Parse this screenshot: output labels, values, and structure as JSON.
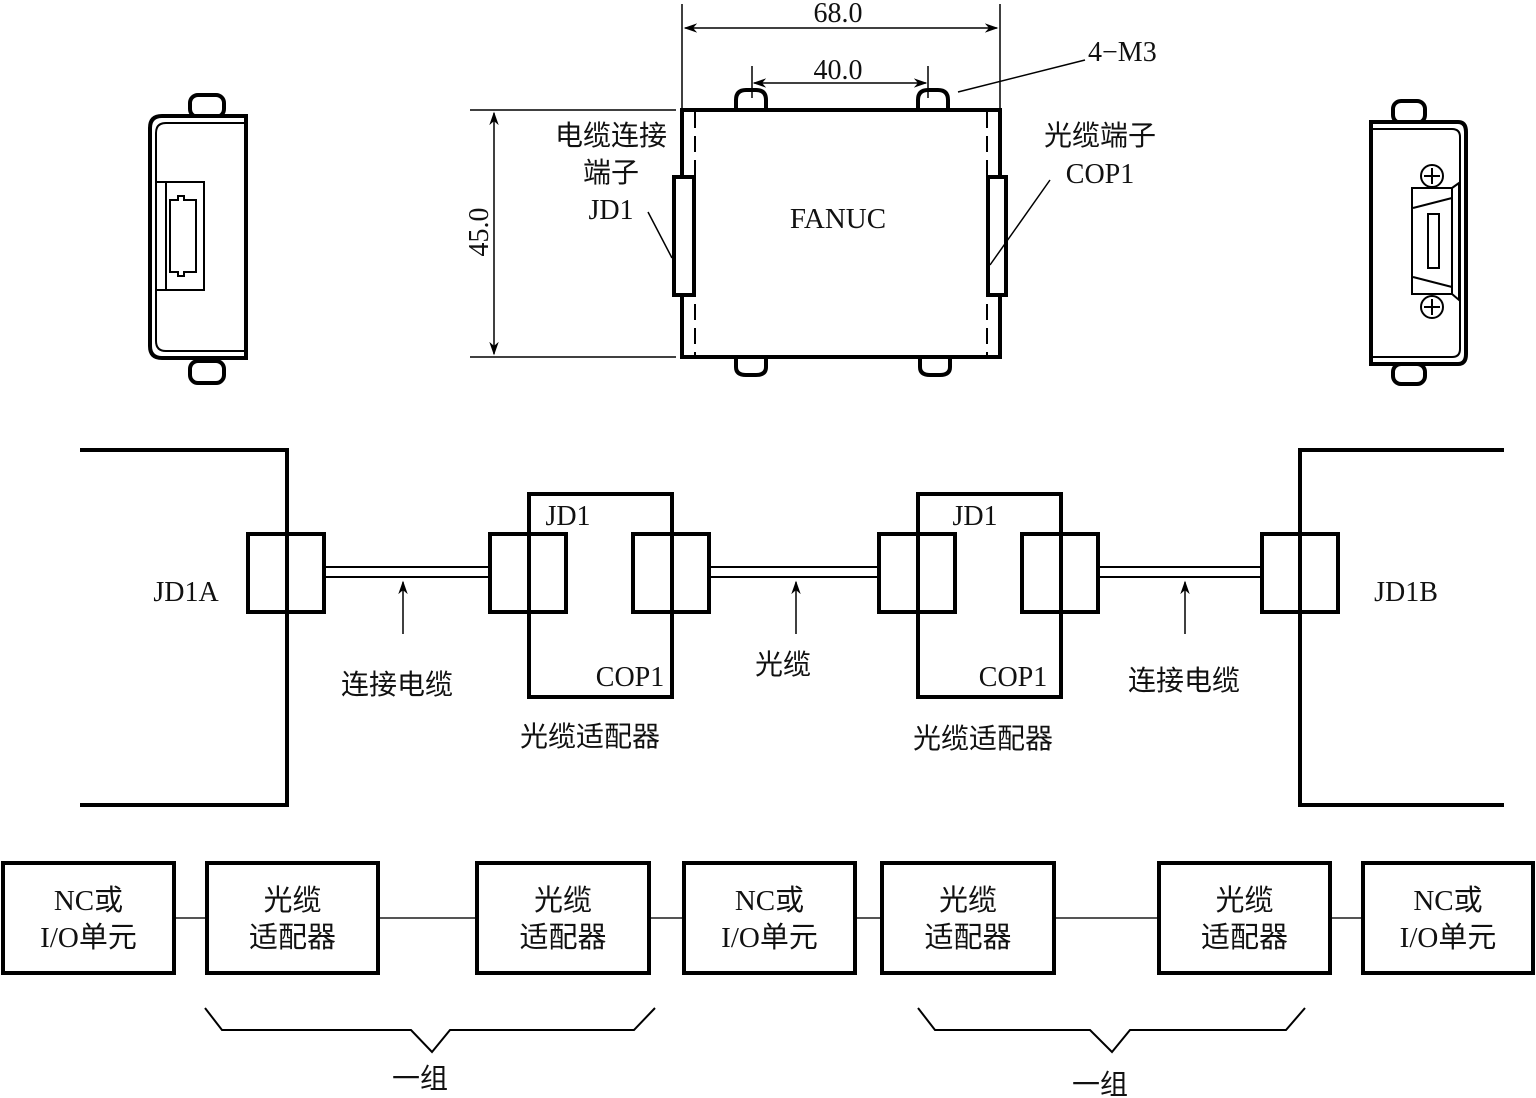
{
  "top_view": {
    "dim_width": "68.0",
    "dim_hole_spacing": "40.0",
    "dim_height": "45.0",
    "screw_label": "4−M3",
    "brand": "FANUC",
    "left_terminal_label_line1": "电缆连接",
    "left_terminal_label_line2": "端子",
    "left_terminal_label_line3": "JD1",
    "right_terminal_label_line1": "光缆端子",
    "right_terminal_label_line2": "COP1"
  },
  "connection_diagram": {
    "left_unit_port": "JD1A",
    "right_unit_port": "JD1B",
    "adapters": [
      {
        "port_top": "JD1",
        "port_bottom": "COP1",
        "caption": "光缆适配器"
      },
      {
        "port_top": "JD1",
        "port_bottom": "COP1",
        "caption": "光缆适配器"
      }
    ],
    "cable_labels": [
      "连接电缆",
      "光缆",
      "连接电缆"
    ]
  },
  "block_diagram": {
    "blocks": [
      {
        "line1": "NC或",
        "line2": "I/O单元"
      },
      {
        "line1": "光缆",
        "line2": "适配器"
      },
      {
        "line1": "光缆",
        "line2": "适配器"
      },
      {
        "line1": "NC或",
        "line2": "I/O单元"
      },
      {
        "line1": "光缆",
        "line2": "适配器"
      },
      {
        "line1": "光缆",
        "line2": "适配器"
      },
      {
        "line1": "NC或",
        "line2": "I/O单元"
      }
    ],
    "group_labels": [
      "一组",
      "一组"
    ]
  }
}
